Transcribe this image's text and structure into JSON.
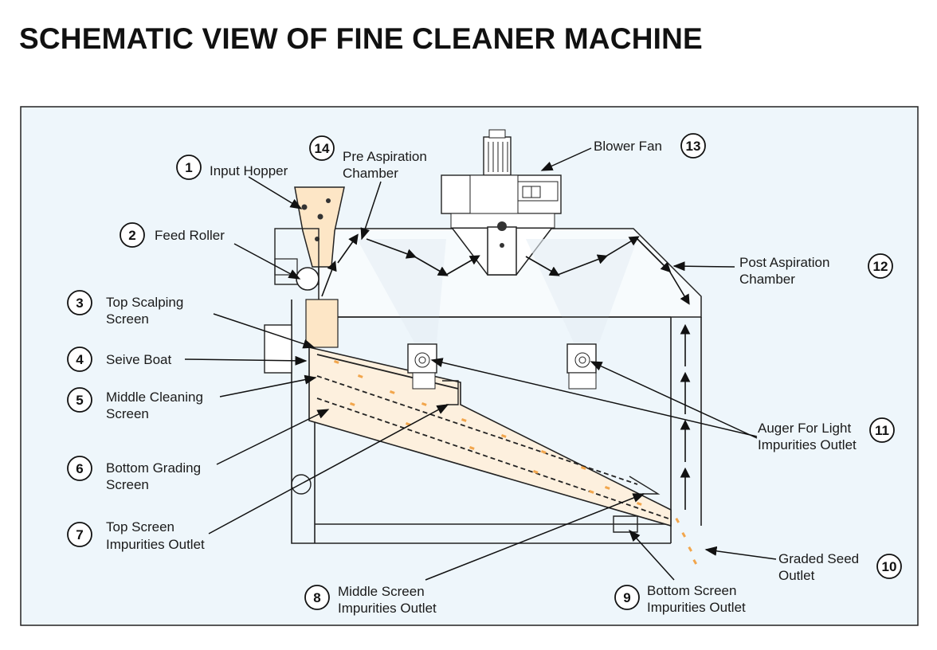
{
  "title": "SCHEMATIC VIEW OF FINE CLEANER MACHINE",
  "colors": {
    "panel_bg": "#eef6fb",
    "grain": "#f2a64c",
    "dust": "#9cb0c4",
    "line": "#222222"
  },
  "callouts": [
    {
      "id": "c1",
      "number": "1",
      "line1": "Input Hopper",
      "line2": ""
    },
    {
      "id": "c2",
      "number": "2",
      "line1": "Feed Roller",
      "line2": ""
    },
    {
      "id": "c3",
      "number": "3",
      "line1": "Top Scalping",
      "line2": "Screen"
    },
    {
      "id": "c4",
      "number": "4",
      "line1": "Seive Boat",
      "line2": ""
    },
    {
      "id": "c5",
      "number": "5",
      "line1": "Middle Cleaning",
      "line2": "Screen"
    },
    {
      "id": "c6",
      "number": "6",
      "line1": "Bottom Grading",
      "line2": "Screen"
    },
    {
      "id": "c7",
      "number": "7",
      "line1": "Top Screen",
      "line2": "Impurities Outlet"
    },
    {
      "id": "c8",
      "number": "8",
      "line1": "Middle  Screen",
      "line2": "Impurities Outlet"
    },
    {
      "id": "c9",
      "number": "9",
      "line1": "Bottom Screen",
      "line2": "Impurities Outlet"
    },
    {
      "id": "c10",
      "number": "10",
      "line1": "Graded Seed",
      "line2": "Outlet"
    },
    {
      "id": "c11",
      "number": "11",
      "line1": "Auger For Light",
      "line2": "Impurities Outlet"
    },
    {
      "id": "c12",
      "number": "12",
      "line1": "Post Aspiration",
      "line2": "Chamber"
    },
    {
      "id": "c13",
      "number": "13",
      "line1": "Blower Fan",
      "line2": ""
    },
    {
      "id": "c14",
      "number": "14",
      "line1": "Pre Aspiration",
      "line2": "Chamber"
    }
  ]
}
